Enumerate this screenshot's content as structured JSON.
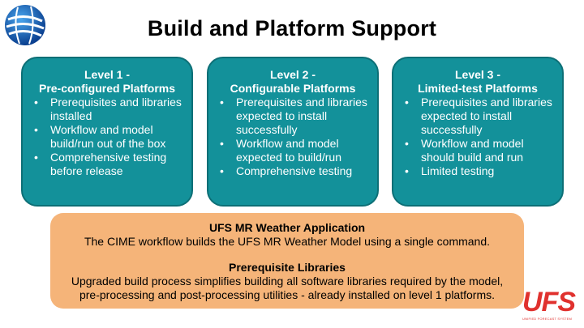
{
  "title": "Build and Platform Support",
  "levels": [
    {
      "heading_1": "Level 1 -",
      "heading_2": "Pre-configured Platforms",
      "bullets": [
        "Prerequisites and libraries installed",
        "Workflow and model build/run out of the box",
        "Comprehensive testing before release"
      ]
    },
    {
      "heading_1": "Level 2 -",
      "heading_2": "Configurable Platforms",
      "bullets": [
        "Prerequisites and libraries expected to install successfully",
        "Workflow and model expected to build/run",
        "Comprehensive testing"
      ]
    },
    {
      "heading_1": "Level 3 -",
      "heading_2": "Limited-test Platforms",
      "bullets": [
        "Prerequisites and libraries expected to install successfully",
        "Workflow and model should build and run",
        "Limited testing"
      ]
    }
  ],
  "libraries_box": {
    "app_title": "UFS MR Weather Application",
    "app_text": "The CIME workflow builds the UFS MR Weather Model using a single command.",
    "libs_title": "Prerequisite Libraries",
    "libs_text_1": "Upgraded build process simplifies building all software libraries required by the model,",
    "libs_text_2": "pre-processing and post-processing utilities - already installed on level 1 platforms."
  },
  "ufs_logo": {
    "text": "UFS",
    "subtitle": "UNIFIED FORECAST SYSTEM"
  },
  "bullet_char": "•",
  "colors": {
    "level_box": "#13919a",
    "libraries_box": "#f5b479",
    "ufs_red": "#e0312e"
  }
}
